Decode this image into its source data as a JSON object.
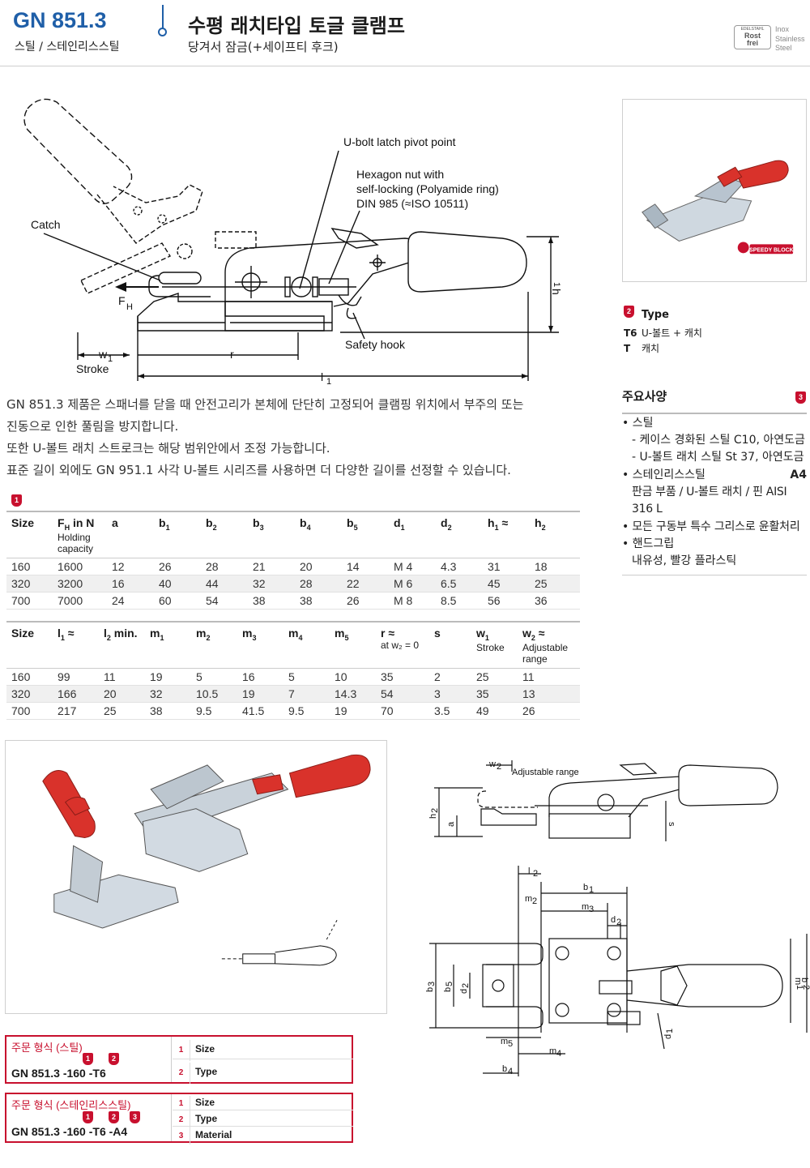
{
  "header": {
    "code": "GN 851.3",
    "material": "스틸 / 스테인리스스틸",
    "title": "수평 래치타입 토글 클램프",
    "subtitle": "당겨서 잠금(+세이프티 후크)",
    "badge_small": "EDELSTAHL",
    "badge_line1": "Rost",
    "badge_line2": "frei",
    "badge_text": [
      "Inox",
      "Stainless",
      "Steel"
    ]
  },
  "diagram_labels": {
    "pivot": "U-bolt latch pivot point",
    "hex1": "Hexagon nut with",
    "hex2": "self-locking (Polyamide ring)",
    "hex3": "DIN 985 (≈ISO 10511)",
    "catch": "Catch",
    "fh": "F",
    "fh_sub": "H",
    "h1": "h",
    "h1_sub": "1",
    "w1": "w",
    "w1_sub": "1",
    "r": "r",
    "stroke": "Stroke",
    "safety": "Safety hook",
    "l1": "l",
    "l1_sub": "1"
  },
  "description": [
    "GN 851.3 제품은 스패너를 닫을 때 안전고리가 본체에 단단히 고정되어 클램핑 위치에서 부주의 또는",
    "진동으로 인한 풀림을 방지합니다.",
    "또한 U-볼트 래치 스트로크는 해당 범위안에서 조정 가능합니다.",
    "표준 길이 외에도 GN 951.1 사각 U-볼트 시리즈를 사용하면 더 다양한 길이를 선정할 수 있습니다."
  ],
  "markers": {
    "m1": "1",
    "m2": "2",
    "m3": "3"
  },
  "table1": {
    "headers": [
      {
        "t": "Size",
        "s": ""
      },
      {
        "t": "F",
        "sub": "H",
        "t2": " in N",
        "s": "Holding capacity"
      },
      {
        "t": "a",
        "s": ""
      },
      {
        "t": "b",
        "sub": "1",
        "s": ""
      },
      {
        "t": "b",
        "sub": "2",
        "s": ""
      },
      {
        "t": "b",
        "sub": "3",
        "s": ""
      },
      {
        "t": "b",
        "sub": "4",
        "s": ""
      },
      {
        "t": "b",
        "sub": "5",
        "s": ""
      },
      {
        "t": "d",
        "sub": "1",
        "s": ""
      },
      {
        "t": "d",
        "sub": "2",
        "s": ""
      },
      {
        "t": "h",
        "sub": "1",
        "t2": " ≈",
        "s": ""
      },
      {
        "t": "h",
        "sub": "2",
        "s": ""
      }
    ],
    "rows": [
      [
        "160",
        "1600",
        "12",
        "26",
        "28",
        "21",
        "20",
        "14",
        "M 4",
        "4.3",
        "31",
        "18"
      ],
      [
        "320",
        "3200",
        "16",
        "40",
        "44",
        "32",
        "28",
        "22",
        "M 6",
        "6.5",
        "45",
        "25"
      ],
      [
        "700",
        "7000",
        "24",
        "60",
        "54",
        "38",
        "38",
        "26",
        "M 8",
        "8.5",
        "56",
        "36"
      ]
    ]
  },
  "table2": {
    "headers": [
      {
        "t": "Size",
        "s": ""
      },
      {
        "t": "l",
        "sub": "1",
        "t2": " ≈",
        "s": ""
      },
      {
        "t": "l",
        "sub": "2",
        "t2": " min.",
        "s": ""
      },
      {
        "t": "m",
        "sub": "1",
        "s": ""
      },
      {
        "t": "m",
        "sub": "2",
        "s": ""
      },
      {
        "t": "m",
        "sub": "3",
        "s": ""
      },
      {
        "t": "m",
        "sub": "4",
        "s": ""
      },
      {
        "t": "m",
        "sub": "5",
        "s": ""
      },
      {
        "t": "r ≈",
        "s": "at w₂ = 0"
      },
      {
        "t": "s",
        "s": ""
      },
      {
        "t": "w",
        "sub": "1",
        "s": "Stroke"
      },
      {
        "t": "w",
        "sub": "2",
        "t2": " ≈",
        "s": "Adjustable range"
      }
    ],
    "rows": [
      [
        "160",
        "99",
        "11",
        "19",
        "5",
        "16",
        "5",
        "10",
        "35",
        "2",
        "25",
        "11"
      ],
      [
        "320",
        "166",
        "20",
        "32",
        "10.5",
        "19",
        "7",
        "14.3",
        "54",
        "3",
        "35",
        "13"
      ],
      [
        "700",
        "217",
        "25",
        "38",
        "9.5",
        "41.5",
        "9.5",
        "19",
        "70",
        "3.5",
        "49",
        "26"
      ]
    ]
  },
  "speedy_block": "SPEEDY BLOCK",
  "type_section": {
    "title": "Type",
    "rows": [
      {
        "code": "T6",
        "desc": "U-볼트 + 캐치"
      },
      {
        "code": "T",
        "desc": "캐치"
      }
    ]
  },
  "features": {
    "title": "주요사양",
    "steel": "스틸",
    "steel_items": [
      "케이스 경화된 스틸 C10, 아연도금",
      "U-볼트 래치 스틸 St 37, 아연도금"
    ],
    "stainless": "스테인리스스틸",
    "stainless_code": "A4",
    "stainless_desc": "판금 부품 / U-볼트 래치 / 핀 AISI 316 L",
    "grease": "모든 구동부 특수 그리스로 윤활처리",
    "handle": "핸드그립",
    "handle_desc": "내유성, 빨강 플라스틱"
  },
  "dim_labels": {
    "w2": "w",
    "w2_sub": "2",
    "adj": "Adjustable range",
    "h2": "h",
    "h2_sub": "2",
    "a": "a",
    "s": "s",
    "l2": "l",
    "l2_sub": "2",
    "b1": "b",
    "b1_sub": "1",
    "m2": "m",
    "m2_sub": "2",
    "m3": "m",
    "m3_sub": "3",
    "d2": "d",
    "d2_sub": "2",
    "b3": "b",
    "b3_sub": "3",
    "b5": "b",
    "b5_sub": "5",
    "m1": "m",
    "m1_sub": "1",
    "b2": "b",
    "b2_sub": "2",
    "d1": "d",
    "d1_sub": "1",
    "m5": "m",
    "m5_sub": "5",
    "m4": "m",
    "m4_sub": "4",
    "b4": "b",
    "b4_sub": "4"
  },
  "order_steel": {
    "title": "주문 형식 (스틸)",
    "code": "GN  851.3 -160 -T6",
    "rows": [
      {
        "n": "1",
        "label": "Size"
      },
      {
        "n": "2",
        "label": "Type"
      }
    ]
  },
  "order_stainless": {
    "title": "주문 형식 (스테인리스스틸)",
    "code": "GN  851.3 -160 -T6 -A4",
    "rows": [
      {
        "n": "1",
        "label": "Size"
      },
      {
        "n": "2",
        "label": "Type"
      },
      {
        "n": "3",
        "label": "Material"
      }
    ]
  },
  "colors": {
    "brand_blue": "#1f5fa8",
    "accent_red": "#c8102e"
  }
}
